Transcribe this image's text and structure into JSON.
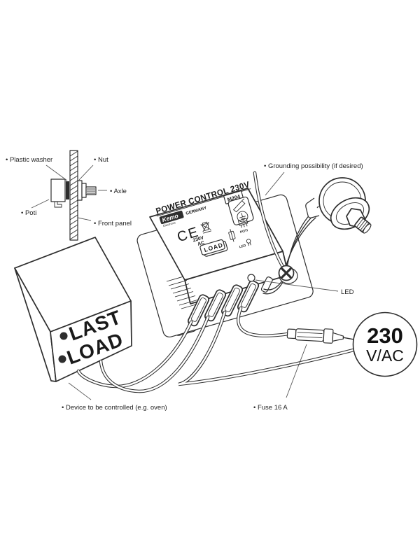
{
  "poti_mount": {
    "plastic_washer": "• Plastic washer",
    "nut": "• Nut",
    "axle": "• Axle",
    "poti": "• Poti",
    "front_panel": "• Front panel"
  },
  "device": {
    "title": "POWER CONTROL 230V",
    "brand": "Kemo",
    "brand_sub": "Electronic",
    "country": "GERMANY",
    "model": "M204",
    "ce_mark": "CE",
    "voltage": "230V",
    "ac": "AC",
    "load_label": "LOAD",
    "poti_marking": "POTI",
    "led_marking": "LED"
  },
  "annotations": {
    "grounding": "• Grounding possibility (if desired)",
    "led": "LED",
    "device_controlled": "• Device to be controlled (e.g. oven)",
    "fuse": "• Fuse 16 A"
  },
  "load_box": {
    "line1": "LAST",
    "line2": "LOAD"
  },
  "power_circle": {
    "value": "230",
    "unit": "V/AC"
  },
  "colors": {
    "line": "#2e2e2e",
    "text": "#1a1a1a",
    "background": "#ffffff"
  }
}
